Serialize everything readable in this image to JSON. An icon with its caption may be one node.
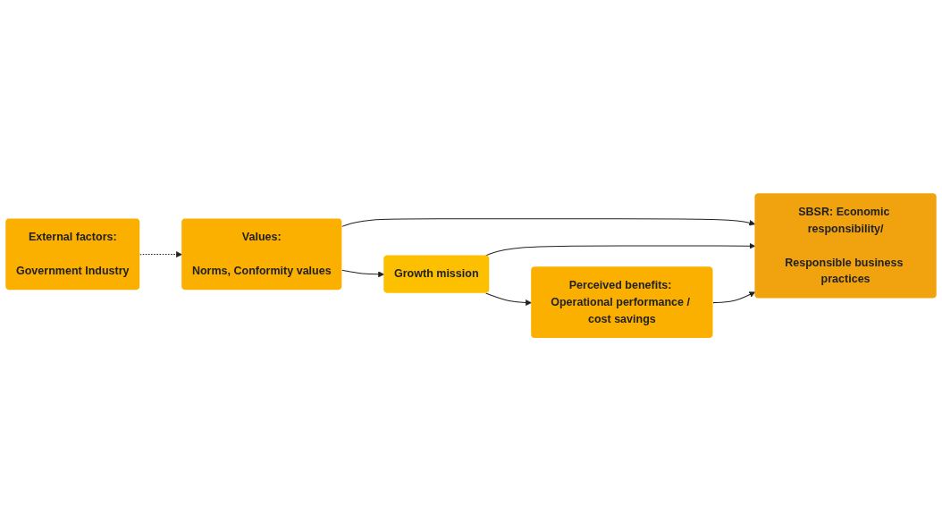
{
  "diagram": {
    "nodes": [
      {
        "text": [
          "External factors:",
          "Government Industry"
        ]
      },
      {
        "text": [
          "Values:",
          "Norms, Conformity values"
        ]
      },
      {
        "text": [
          "Growth mission"
        ]
      },
      {
        "text": [
          "Perceived benefits: Operational performance / cost savings"
        ]
      },
      {
        "text": [
          "SBSR: Economic responsibility/",
          "Responsible business practices"
        ]
      }
    ],
    "edges": [
      {
        "from": 0,
        "to": 1,
        "arrow": "to",
        "style": "dashed"
      },
      {
        "from": 1,
        "to": 2,
        "arrow": "to"
      },
      {
        "from": 1,
        "to": 4,
        "arrow": "to"
      },
      {
        "from": 2,
        "to": 4,
        "arrow": "to"
      },
      {
        "from": 2,
        "to": 3,
        "arrow": "to"
      },
      {
        "from": 3,
        "to": 4,
        "arrow": "to"
      }
    ]
  }
}
